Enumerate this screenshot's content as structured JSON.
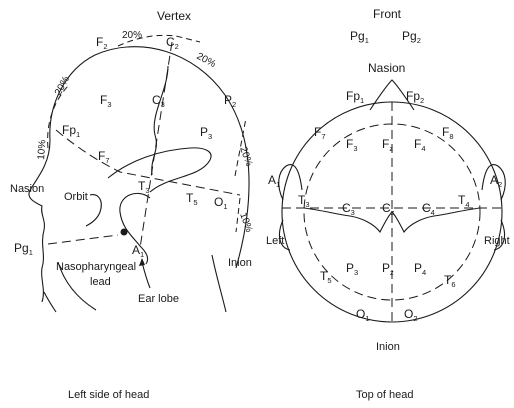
{
  "side_view": {
    "labels": {
      "vertex": "Vertex",
      "f3": "F",
      "f3_sub": "3",
      "c3": "C",
      "c3_sub": "3",
      "p3": "P",
      "p3_sub": "3",
      "f2": "F",
      "f2_sub": "2",
      "c2": "C",
      "c2_sub": "2",
      "p2": "P",
      "p2_sub": "2",
      "fp1": "Fp",
      "fp1_sub": "1",
      "f7": "F",
      "f7_sub": "7",
      "t3": "T",
      "t3_sub": "3",
      "t5": "T",
      "t5_sub": "5",
      "o1": "O",
      "o1_sub": "1",
      "nasion": "Nasion",
      "orbit": "Orbit",
      "inion": "Inion",
      "pg1": "Pg",
      "pg1_sub": "1",
      "a1": "A",
      "a1_sub": "1",
      "nasopharyngeal": "Nasopharyngeal",
      "lead": "lead",
      "ear_lobe": "Ear lobe"
    },
    "percents": {
      "top_left": "20%",
      "top_right": "20%",
      "front_upper": "20%",
      "front_lower": "10%",
      "back_upper": "20%",
      "back_lower": "10%"
    },
    "caption": "Left side of head"
  },
  "top_view": {
    "labels": {
      "front": "Front",
      "nasion": "Nasion",
      "pg1": "Pg",
      "pg1_sub": "1",
      "pg2": "Pg",
      "pg2_sub": "2",
      "fp1": "Fp",
      "fp1_sub": "1",
      "fp2": "Fp",
      "fp2_sub": "2",
      "f7": "F",
      "f7_sub": "7",
      "f8": "F",
      "f8_sub": "8",
      "f3": "F",
      "f3_sub": "3",
      "fz": "F",
      "fz_sub": "z",
      "f4": "F",
      "f4_sub": "4",
      "a1": "A",
      "a1_sub": "1",
      "a2": "A",
      "a2_sub": "2",
      "t3": "T",
      "t3_sub": "3",
      "c3": "C",
      "c3_sub": "3",
      "cz": "C",
      "cz_sub": "z",
      "c4": "C",
      "c4_sub": "4",
      "t4": "T",
      "t4_sub": "4",
      "left": "Left",
      "right": "Right",
      "p3": "P",
      "p3_sub": "3",
      "pz": "P",
      "pz_sub": "z",
      "p4": "P",
      "p4_sub": "4",
      "t5": "T",
      "t5_sub": "5",
      "t6": "T",
      "t6_sub": "6",
      "o1": "O",
      "o1_sub": "1",
      "o2": "O",
      "o2_sub": "2",
      "inion": "Inion"
    },
    "caption": "Top of head"
  }
}
